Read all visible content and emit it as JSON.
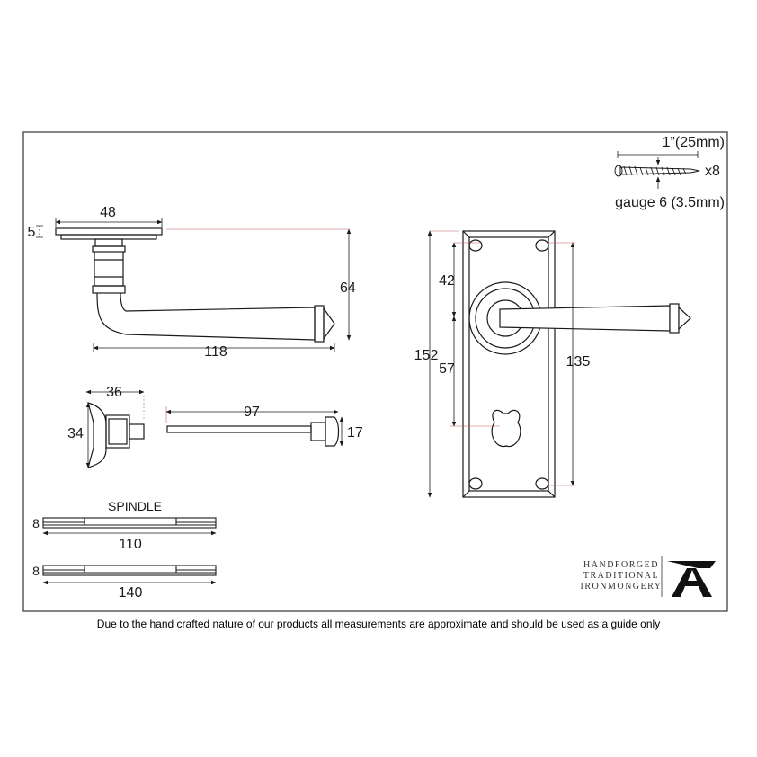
{
  "colors": {
    "line": "#1a1a1a",
    "leader": "#c06060",
    "frame": "#333333",
    "logo_mark": "#111111"
  },
  "screw": {
    "length_label": "1”(25mm)",
    "quantity_label": "x8",
    "gauge_label": "gauge 6 (3.5mm)"
  },
  "lever_top": {
    "width_label": "48",
    "thickness_label": "5",
    "height_label": "64",
    "length_label": "118"
  },
  "turn": {
    "width_label": "36",
    "height_label": "34"
  },
  "release": {
    "length_label": "97",
    "height_label": "17"
  },
  "spindles": {
    "title": "SPINDLE",
    "items": [
      {
        "size_label": "8",
        "length_label": "110"
      },
      {
        "size_label": "8",
        "length_label": "140"
      }
    ]
  },
  "backplate": {
    "height_label": "152",
    "upper_label": "42",
    "centers_label": "57",
    "inner_height_label": "135"
  },
  "logo": {
    "line1": "HANDFORGED",
    "line2": "TRADITIONAL",
    "line3": "IRONMONGERY",
    "glyph": "A"
  },
  "footer": {
    "note": "Due to the hand crafted nature of our products all measurements are approximate and should be used as a guide only"
  }
}
